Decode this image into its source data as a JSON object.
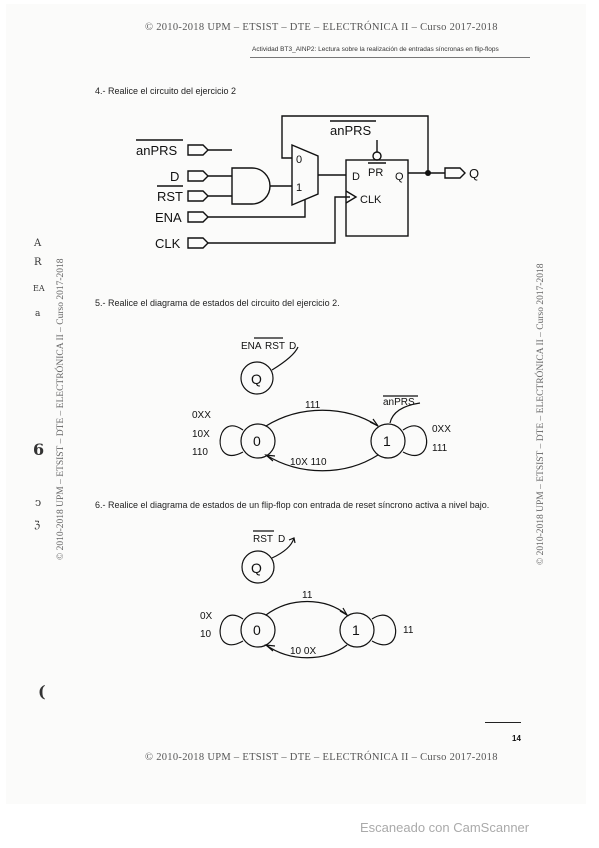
{
  "header": {
    "copyright": "© 2010-2018 UPM – ETSIST – DTE – ELECTRÓNICA II – Curso 2017-2018",
    "activity": "Actividad BT3_AINP2: Lectura sobre la realización de entradas síncronas en flip-flops"
  },
  "side_margin": {
    "left": "© 2010-2018 UPM – ETSIST – DTE – ELECTRÓNICA II – Curso 2017-2018",
    "right": "© 2010-2018 UPM – ETSIST – DTE – ELECTRÓNICA II – Curso 2017-2018"
  },
  "q4": {
    "title": "4.- Realice el circuito del ejercicio 2",
    "inputs": {
      "anprs": "anPRS",
      "d": "D",
      "rst": "RST",
      "ena": "ENA",
      "clk": "CLK"
    },
    "mux": {
      "sel0": "0",
      "sel1": "1"
    },
    "ff": {
      "top_label": "anPRS",
      "pr": "PR",
      "d": "D",
      "q": "Q",
      "clk": "CLK"
    },
    "output": "Q"
  },
  "q5": {
    "title": "5.- Realice el diagrama de estados del circuito del ejercicio 2.",
    "legend": {
      "vars_a": "ENA",
      "vars_b": "RST",
      "vars_c": "D",
      "state": "Q"
    },
    "state0": "0",
    "state1": "1",
    "arc_top": "111",
    "arc_bottom": "10X 110",
    "self0": [
      "0XX",
      "10X",
      "110"
    ],
    "self1": [
      "0XX",
      "111"
    ],
    "anprs": "anPRS"
  },
  "q6": {
    "title": "6.- Realice el diagrama de estados de un flip-flop con entrada de reset síncrono activa a nivel bajo.",
    "legend": {
      "vars_a": "RST",
      "vars_b": "D",
      "state": "Q"
    },
    "state0": "0",
    "state1": "1",
    "arc_top": "11",
    "arc_bottom": "10 0X",
    "self0": [
      "0X",
      "10"
    ],
    "self1": [
      "11"
    ]
  },
  "footer": {
    "page_number": "14",
    "copyright": "© 2010-2018 UPM – ETSIST – DTE – ELECTRÓNICA II – Curso 2017-2018",
    "scanner": "Escaneado con CamScanner"
  },
  "handwritten_marks": [
    "A",
    "R",
    "EA",
    "a",
    "6",
    "ↄ",
    "ℨ",
    "("
  ]
}
